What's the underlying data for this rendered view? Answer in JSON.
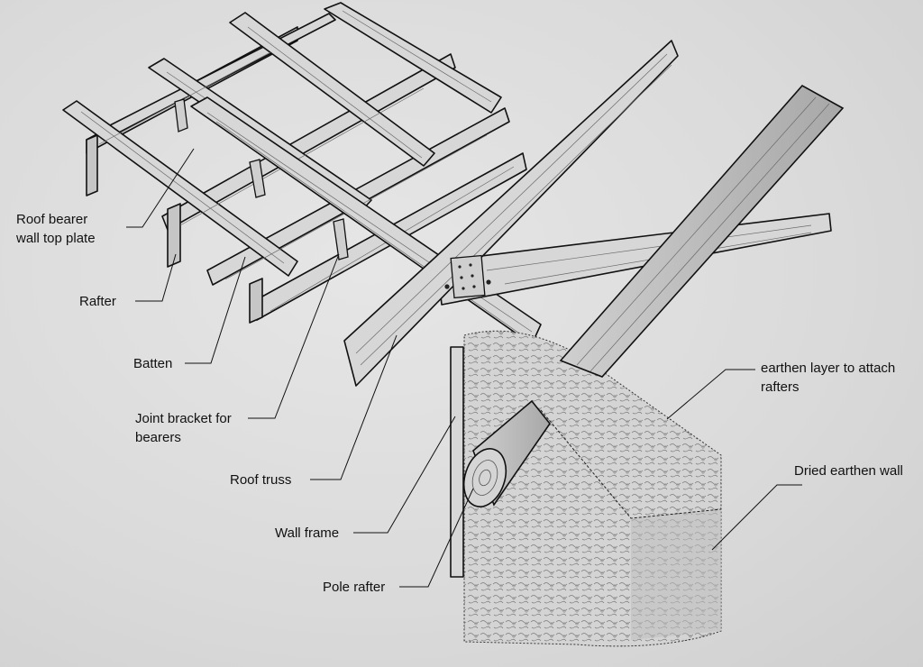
{
  "labels": {
    "roof_bearer_line1": "Roof bearer",
    "roof_bearer_line2": "wall top plate",
    "rafter": "Rafter",
    "batten": "Batten",
    "joint_bracket_line1": "Joint bracket for",
    "joint_bracket_line2": "bearers",
    "roof_truss": "Roof truss",
    "wall_frame": "Wall frame",
    "pole_rafter": "Pole rafter",
    "earthen_layer_line1": "earthen layer to attach",
    "earthen_layer_line2": "rafters",
    "dried_earthen_wall": "Dried earthen wall"
  },
  "colors": {
    "paper": "#dcdcdc",
    "ink": "#111111",
    "wood": "#d7d7d7"
  }
}
